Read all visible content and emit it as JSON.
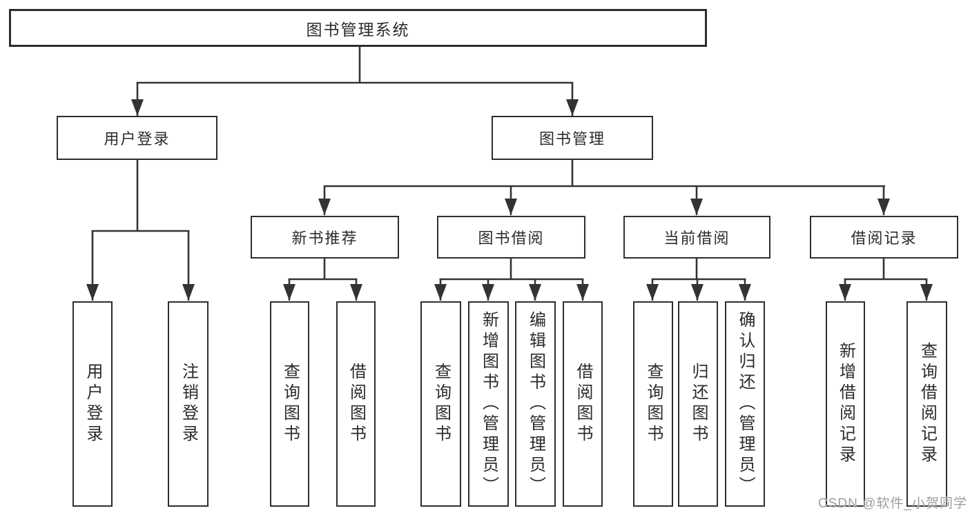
{
  "diagram_title": "图书管理系统",
  "colors": {
    "line": "#333333",
    "box_border": "#2d2d2d",
    "text": "#2b2b2b",
    "background": "#ffffff",
    "watermark": "#9e9e9e"
  },
  "nodes": [
    {
      "id": "root",
      "label": "图书管理系统"
    },
    {
      "id": "login",
      "label": "用户登录"
    },
    {
      "id": "book-mgmt",
      "label": "图书管理"
    },
    {
      "id": "new-book-rec",
      "label": "新书推荐"
    },
    {
      "id": "book-borrow",
      "label": "图书借阅"
    },
    {
      "id": "current-borrow",
      "label": "当前借阅"
    },
    {
      "id": "borrow-records",
      "label": "借阅记录"
    },
    {
      "id": "user-login-leaf",
      "label": "用户登录"
    },
    {
      "id": "logout-leaf",
      "label": "注销登录"
    },
    {
      "id": "query-books-rec",
      "label": "查询图书"
    },
    {
      "id": "borrow-books-rec",
      "label": "借阅图书"
    },
    {
      "id": "query-books-borrow",
      "label": "查询图书"
    },
    {
      "id": "add-books-admin",
      "label": "新增图书（管理员）"
    },
    {
      "id": "edit-books-admin",
      "label": "编辑图书（管理员）"
    },
    {
      "id": "borrow-books-borrow",
      "label": "借阅图书"
    },
    {
      "id": "query-books-current",
      "label": "查询图书"
    },
    {
      "id": "return-books",
      "label": "归还图书"
    },
    {
      "id": "confirm-return-admin",
      "label": "确认归还（管理员）"
    },
    {
      "id": "add-borrow-record",
      "label": "新增借阅记录"
    },
    {
      "id": "query-borrow-record",
      "label": "查询借阅记录"
    }
  ],
  "hierarchy": {
    "图书管理系统": [
      "用户登录",
      "图书管理"
    ],
    "用户登录": [
      "用户登录",
      "注销登录"
    ],
    "图书管理": [
      "新书推荐",
      "图书借阅",
      "当前借阅",
      "借阅记录"
    ],
    "新书推荐": [
      "查询图书",
      "借阅图书"
    ],
    "图书借阅": [
      "查询图书",
      "新增图书（管理员）",
      "编辑图书（管理员）",
      "借阅图书"
    ],
    "当前借阅": [
      "查询图书",
      "归还图书",
      "确认归还（管理员）"
    ],
    "借阅记录": [
      "新增借阅记录",
      "查询借阅记录"
    ]
  },
  "watermark": {
    "text": "CSDN @软件_小贺同学"
  }
}
